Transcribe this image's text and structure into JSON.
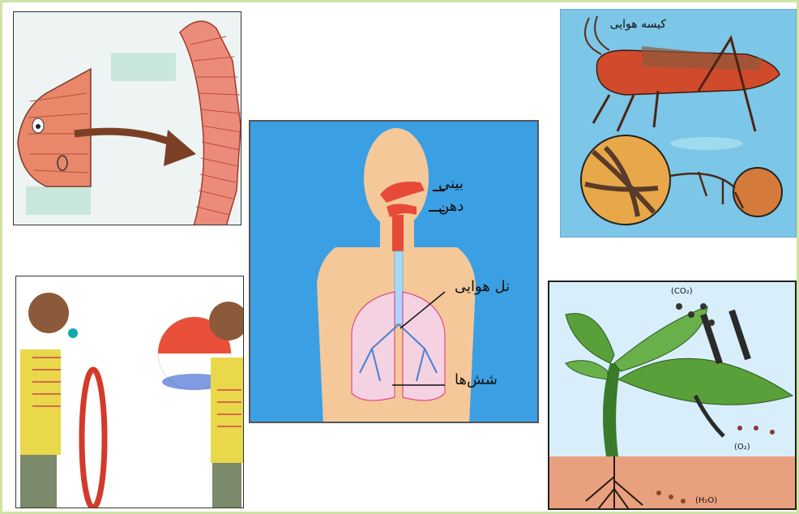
{
  "human": {
    "nose": "بینی",
    "mouth": "دهن",
    "windpipe": "نل هوایی",
    "lungs": "شش‌ها"
  },
  "insect": {
    "air_sac": "کیسه هوایی"
  },
  "plant": {
    "co2": "(CO₂)",
    "o2": "(O₂)",
    "h2o": "(H₂O)"
  },
  "colors": {
    "border": "#cfe3a6",
    "human_bg": "#3b9fe3",
    "insect_bg": "#7cc6e8",
    "plant_sky": "#d8eefa",
    "soil": "#e9a07e"
  }
}
